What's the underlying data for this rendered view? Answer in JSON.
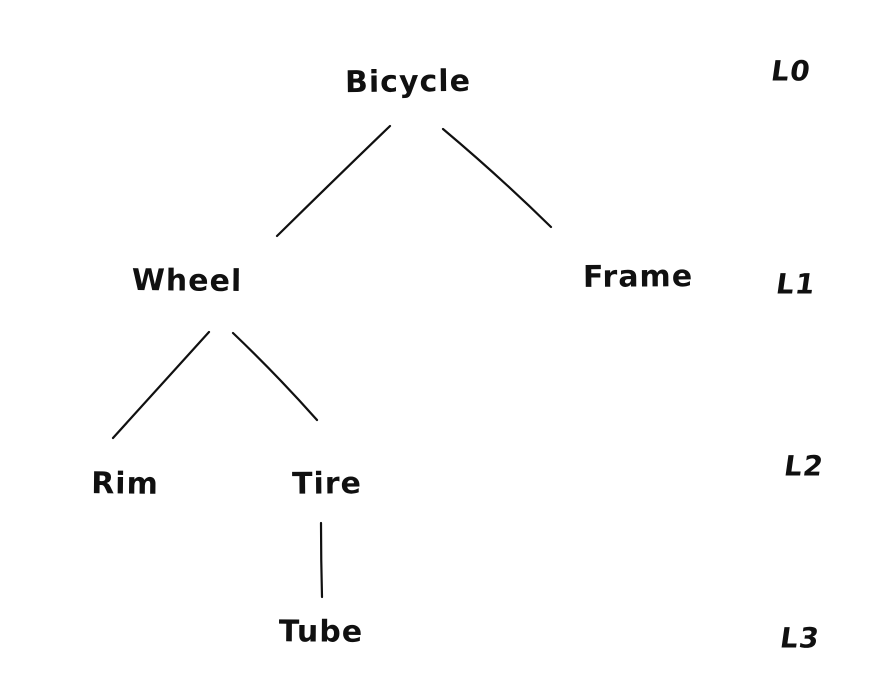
{
  "diagram": {
    "type": "tree",
    "style": "hand-drawn",
    "ink_color": "#101010",
    "background_color": "#ffffff",
    "nodes": [
      {
        "id": "bicycle",
        "label": "Bicycle",
        "level": 0,
        "parent": null
      },
      {
        "id": "wheel",
        "label": "Wheel",
        "level": 1,
        "parent": "bicycle"
      },
      {
        "id": "frame",
        "label": "Frame",
        "level": 1,
        "parent": "bicycle"
      },
      {
        "id": "rim",
        "label": "Rim",
        "level": 2,
        "parent": "wheel"
      },
      {
        "id": "tire",
        "label": "Tire",
        "level": 2,
        "parent": "wheel"
      },
      {
        "id": "tube",
        "label": "Tube",
        "level": 3,
        "parent": "tire"
      }
    ],
    "edges": [
      {
        "from": "bicycle",
        "to": "wheel"
      },
      {
        "from": "bicycle",
        "to": "frame"
      },
      {
        "from": "wheel",
        "to": "rim"
      },
      {
        "from": "wheel",
        "to": "tire"
      },
      {
        "from": "tire",
        "to": "tube"
      }
    ],
    "level_labels": [
      {
        "label": "L0"
      },
      {
        "label": "L1"
      },
      {
        "label": "L2"
      },
      {
        "label": "L3"
      }
    ]
  }
}
